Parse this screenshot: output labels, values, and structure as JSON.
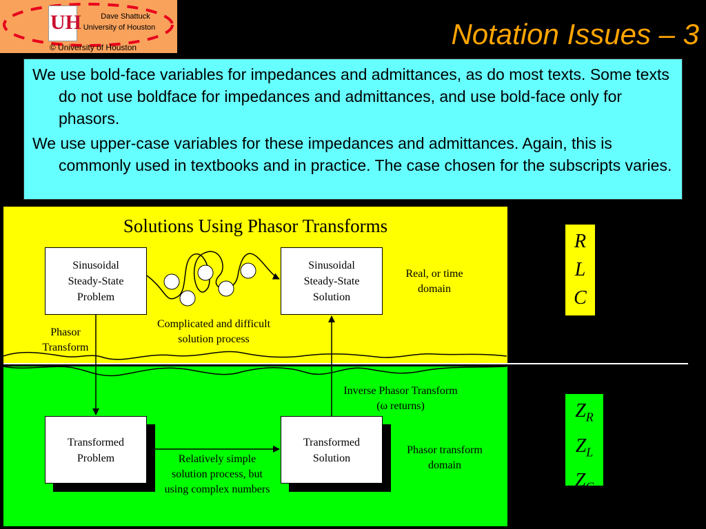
{
  "logo": {
    "author": "Dave Shattuck",
    "university": "University of Houston",
    "copyright": "© University of Houston",
    "mark": "UH"
  },
  "title": "Notation Issues – 3",
  "text": {
    "para1": "We use bold-face variables for impedances and admittances, as do most texts.  Some texts do not use boldface for impedances and admittances, and use bold-face only for phasors.",
    "para2": "We use upper-case variables for these impedances and admittances.  Again, this is commonly used in textbooks and in practice.  The case chosen for the subscripts varies."
  },
  "diagram": {
    "title": "Solutions Using Phasor Transforms",
    "box_problem_l1": "Sinusoidal",
    "box_problem_l2": "Steady-State",
    "box_problem_l3": "Problem",
    "box_solution_l1": "Sinusoidal",
    "box_solution_l2": "Steady-State",
    "box_solution_l3": "Solution",
    "box_tproblem_l1": "Transformed",
    "box_tproblem_l2": "Problem",
    "box_tsolution_l1": "Transformed",
    "box_tsolution_l2": "Solution",
    "time_domain_l1": "Real, or time",
    "time_domain_l2": "domain",
    "complicated_l1": "Complicated and difficult",
    "complicated_l2": "solution process",
    "phasor_transform_l1": "Phasor",
    "phasor_transform_l2": "Transform",
    "inverse_l1": "Inverse Phasor Transform",
    "inverse_l2": "(ω returns)",
    "simple_l1": "Relatively simple",
    "simple_l2": "solution process, but",
    "simple_l3": "using complex numbers",
    "phasor_domain_l1": "Phasor transform",
    "phasor_domain_l2": "domain"
  },
  "symbols": {
    "r": "R",
    "l": "L",
    "c": "C",
    "z": "Z",
    "sub_r": "R",
    "sub_l": "L",
    "sub_c": "C"
  },
  "colors": {
    "title": "#ffa500",
    "textbox": "#66ffff",
    "time_domain": "#ffff00",
    "phasor_domain": "#00ff00",
    "logo_bg": "#f9a25c",
    "logo_dashes": "#e8001c"
  }
}
